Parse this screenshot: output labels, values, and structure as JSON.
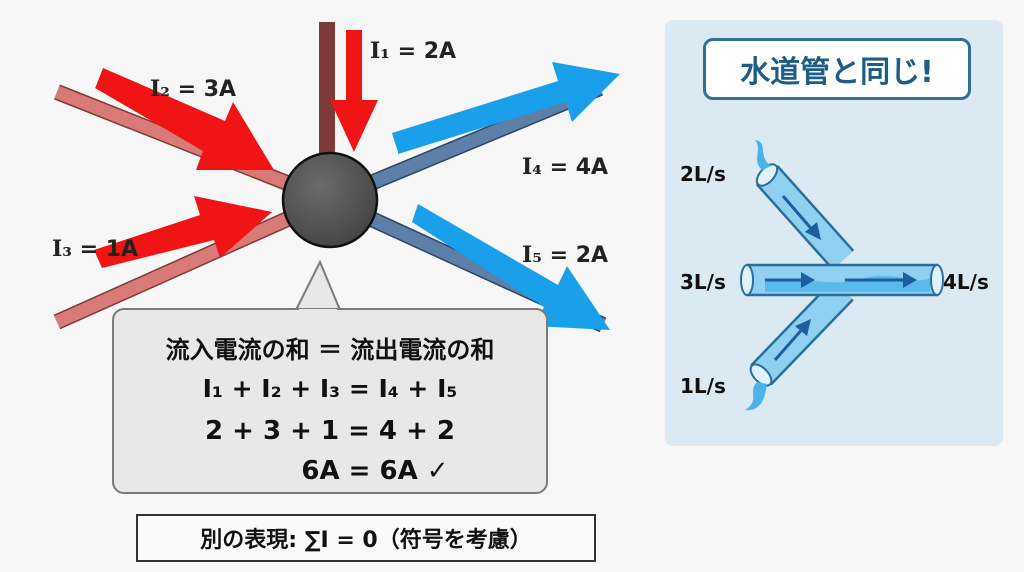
{
  "currents": {
    "i1": {
      "sub": "I₁",
      "value": "= 2A"
    },
    "i2": {
      "sub": "I₂",
      "value": "= 3A"
    },
    "i3": {
      "sub": "I₃",
      "value": "= 1A"
    },
    "i4": {
      "sub": "I₄",
      "value": "= 4A"
    },
    "i5": {
      "sub": "I₅",
      "value": "= 2A"
    }
  },
  "colors": {
    "inflow_arrow": "#f01414",
    "outflow_arrow": "#1aa0ea",
    "in_wire": "#d97a78",
    "out_wire": "#5d7fa8",
    "node": "#555555",
    "panel_bg": "#dbe9f3",
    "title_border": "#2f6f98"
  },
  "callout": {
    "line1": "流入電流の和 ＝ 流出電流の和",
    "line2": "I₁ + I₂ + I₃ = I₄ + I₅",
    "line3": "2 + 3 + 1 = 4 + 2",
    "line4": "6A = 6A ✓"
  },
  "note": "別の表現: ∑I = 0（符号を考慮）",
  "analogy": {
    "title": "水道管と同じ!",
    "flows": {
      "top_in": "2L/s",
      "mid_in": "3L/s",
      "bot_in": "1L/s",
      "out": "4L/s"
    }
  }
}
